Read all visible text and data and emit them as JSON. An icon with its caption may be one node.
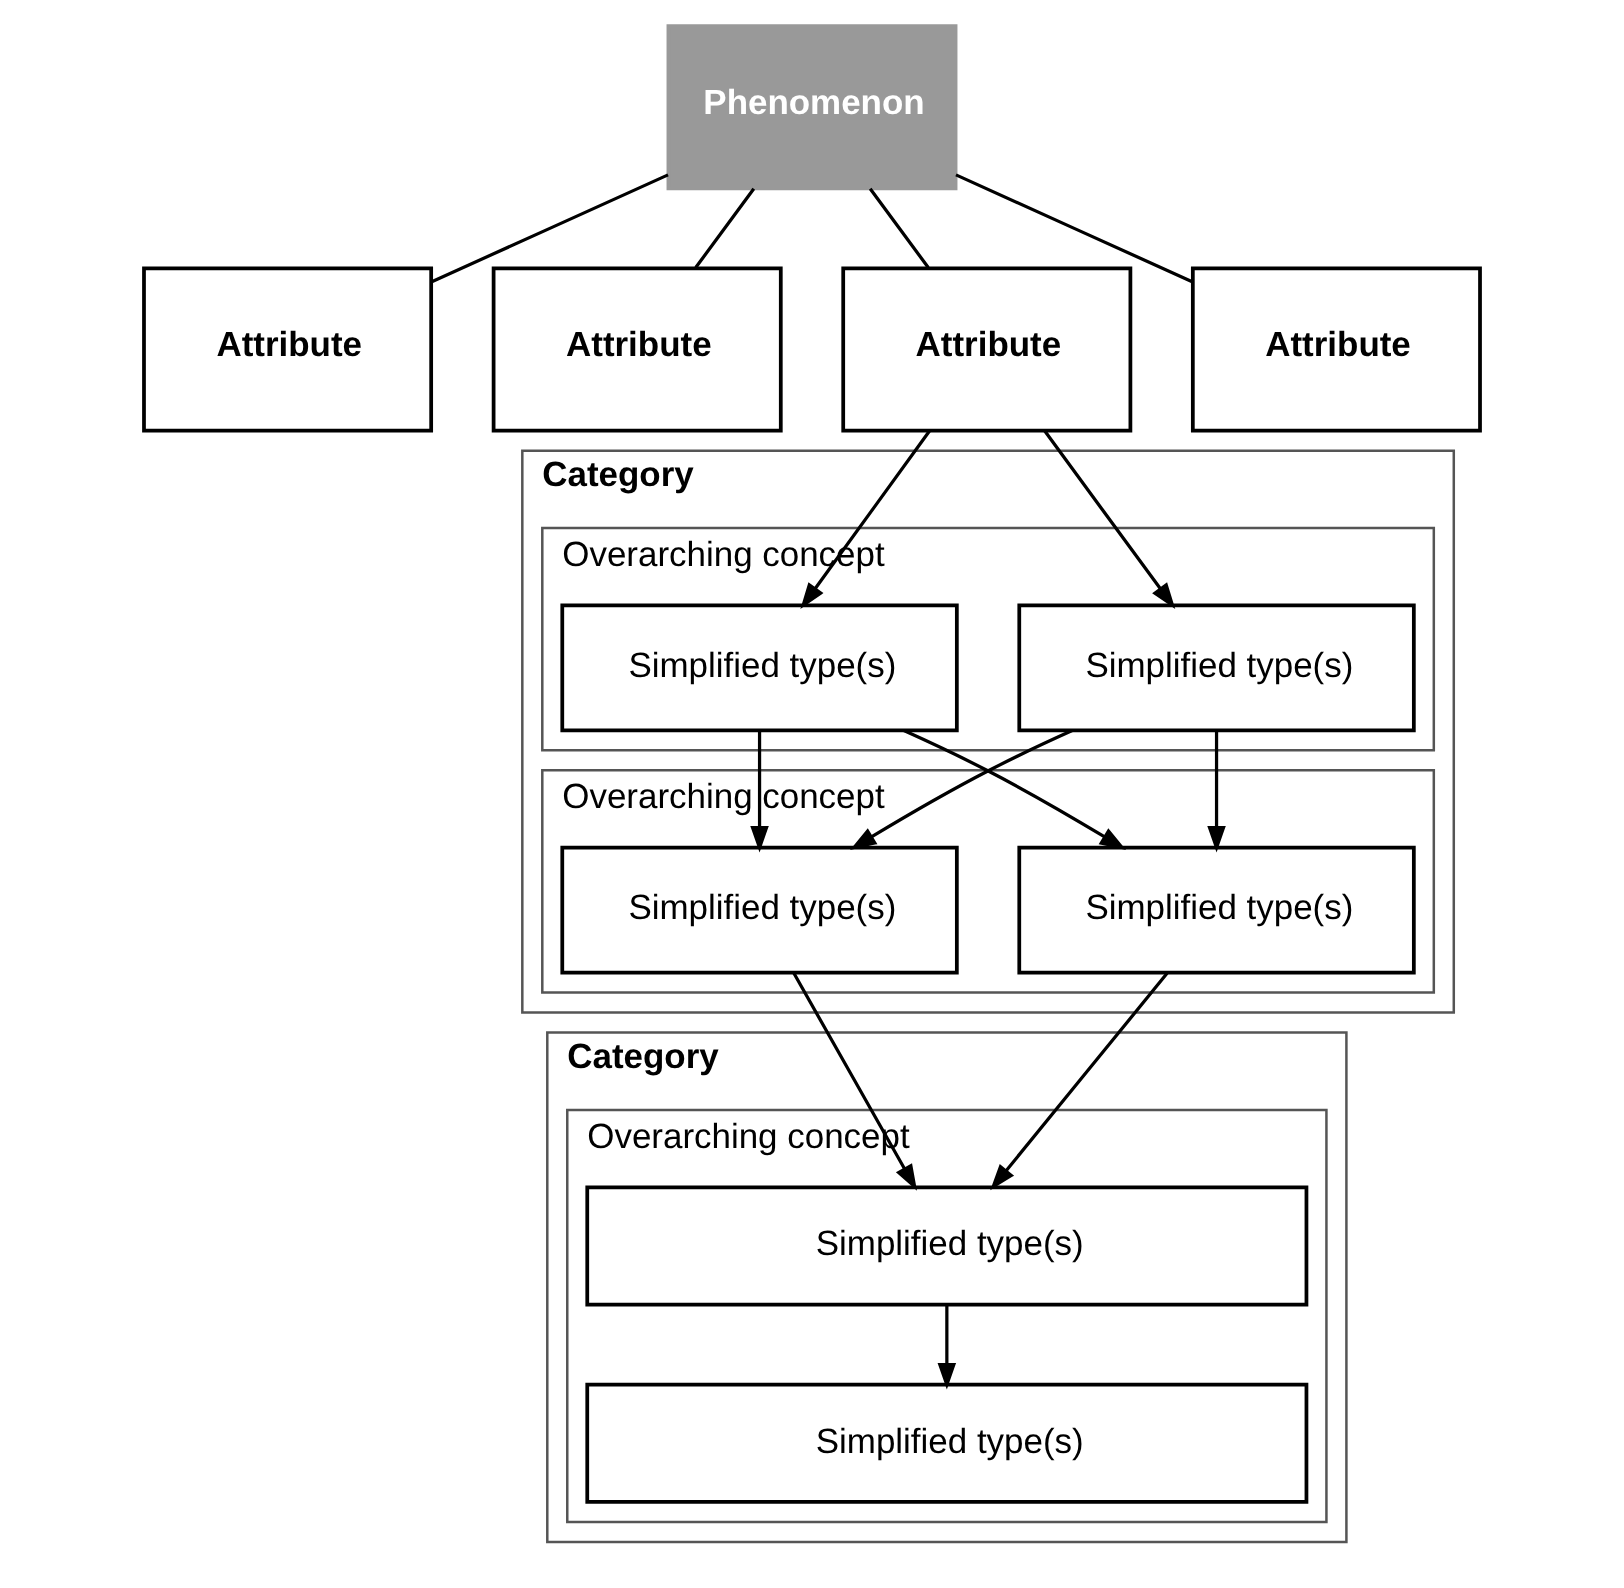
{
  "diagram": {
    "nodes": [
      {
        "text": [
          "Phenomenon"
        ]
      },
      {
        "text": [
          "Attribute"
        ]
      },
      {
        "text": [
          "Attribute"
        ]
      },
      {
        "text": [
          "Attribute"
        ]
      },
      {
        "text": [
          "Attribute"
        ]
      },
      {
        "text": [
          "Category"
        ]
      },
      {
        "text": [
          "Overarching concept"
        ],
        "in": 5
      },
      {
        "text": [
          "Simplified type(s)"
        ],
        "in": 6
      },
      {
        "text": [
          "Simplified type(s)"
        ],
        "in": 6
      },
      {
        "text": [
          "Overarching concept"
        ],
        "in": 5
      },
      {
        "text": [
          "Simplified type(s)"
        ],
        "in": 9
      },
      {
        "text": [
          "Simplified type(s)"
        ],
        "in": 9
      },
      {
        "text": [
          "Category"
        ]
      },
      {
        "text": [
          "Overarching concept"
        ],
        "in": 12
      },
      {
        "text": [
          "Simplified type(s)"
        ],
        "in": 13
      },
      {
        "text": [
          "Simplified type(s)"
        ],
        "in": 13
      }
    ],
    "edges": [
      {
        "from": 0,
        "to": 1,
        "arrow": "none"
      },
      {
        "from": 0,
        "to": 2,
        "arrow": "none"
      },
      {
        "from": 0,
        "to": 3,
        "arrow": "none"
      },
      {
        "from": 0,
        "to": 4,
        "arrow": "none"
      },
      {
        "from": 3,
        "to": 7,
        "arrow": "to"
      },
      {
        "from": 3,
        "to": 8,
        "arrow": "to"
      },
      {
        "from": 7,
        "to": 10,
        "arrow": "to"
      },
      {
        "from": 7,
        "to": 11,
        "arrow": "to"
      },
      {
        "from": 8,
        "to": 10,
        "arrow": "to"
      },
      {
        "from": 8,
        "to": 11,
        "arrow": "to"
      },
      {
        "from": 10,
        "to": 14,
        "arrow": "to"
      },
      {
        "from": 11,
        "to": 14,
        "arrow": "to"
      },
      {
        "from": 14,
        "to": 15,
        "arrow": "to"
      }
    ]
  }
}
